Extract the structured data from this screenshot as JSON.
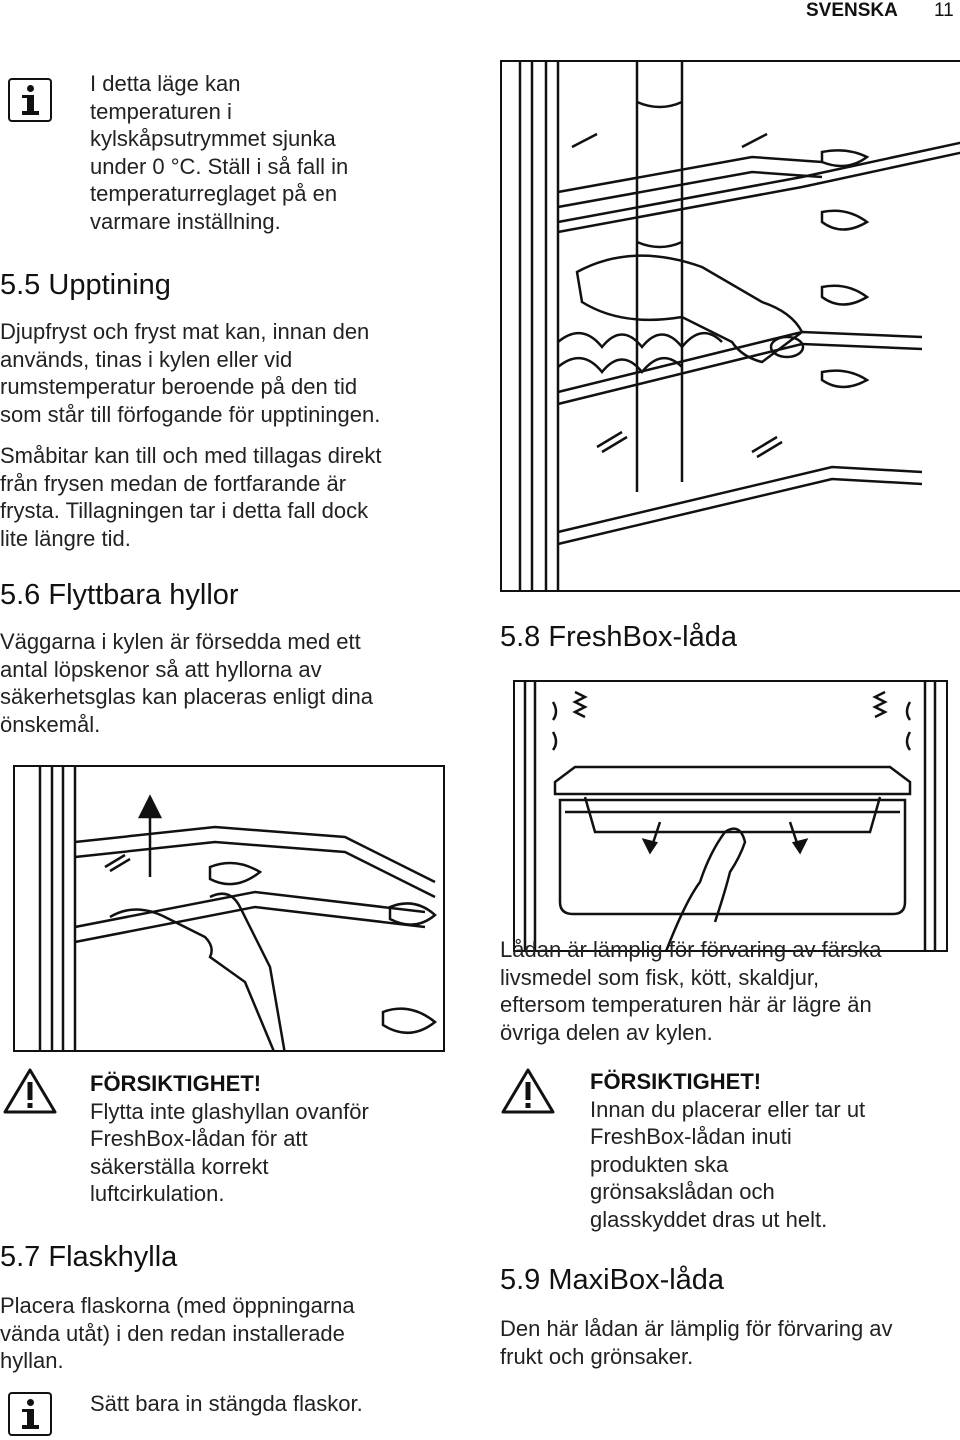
{
  "header": {
    "language": "SVENSKA",
    "page_number": "11"
  },
  "info_note_1": {
    "lines": [
      "I detta läge kan",
      "temperaturen i",
      "kylskåpsutrymmet sjunka",
      "under 0 °C. Ställ i så fall in",
      "temperaturreglaget på en",
      "varmare inställning."
    ]
  },
  "section_5_5": {
    "heading": "5.5 Upptining",
    "para1": [
      "Djupfryst och fryst mat kan, innan den",
      "används, tinas i kylen eller vid",
      "rumstemperatur beroende på den tid",
      "som står till förfogande för upptiningen."
    ],
    "para2": [
      "Småbitar kan till och med tillagas direkt",
      "från frysen medan de fortfarande är",
      "frysta. Tillagningen tar i detta fall dock",
      "lite längre tid."
    ]
  },
  "section_5_6": {
    "heading": "5.6 Flyttbara hyllor",
    "para": [
      "Väggarna i kylen är försedda med ett",
      "antal löpskenor så att hyllorna av",
      "säkerhetsglas kan placeras enligt dina",
      "önskemål."
    ]
  },
  "caution_left": {
    "title": "FÖRSIKTIGHET!",
    "lines": [
      "Flytta inte glashyllan ovanför",
      "FreshBox-lådan för att",
      "säkerställa korrekt",
      "luftcirkulation."
    ]
  },
  "section_5_7": {
    "heading": "5.7 Flaskhylla",
    "para": [
      "Placera flaskorna (med öppningarna",
      "vända utåt) i den redan installerade",
      "hyllan."
    ]
  },
  "info_note_2": {
    "text": "Sätt bara in stängda flaskor."
  },
  "section_5_8": {
    "heading": "5.8 FreshBox-låda",
    "para": [
      "Lådan är lämplig för förvaring av färska",
      "livsmedel som fisk, kött, skaldjur,",
      "eftersom temperaturen här är lägre än",
      "övriga delen av kylen."
    ]
  },
  "caution_right": {
    "title": "FÖRSIKTIGHET!",
    "lines": [
      "Innan du placerar eller tar ut",
      "FreshBox-lådan inuti",
      "produkten ska",
      "grönsakslådan och",
      "glasskyddet dras ut helt."
    ]
  },
  "section_5_9": {
    "heading": "5.9 MaxiBox-låda",
    "para": [
      "Den här lådan är lämplig för förvaring av",
      "frukt och grönsaker."
    ]
  }
}
